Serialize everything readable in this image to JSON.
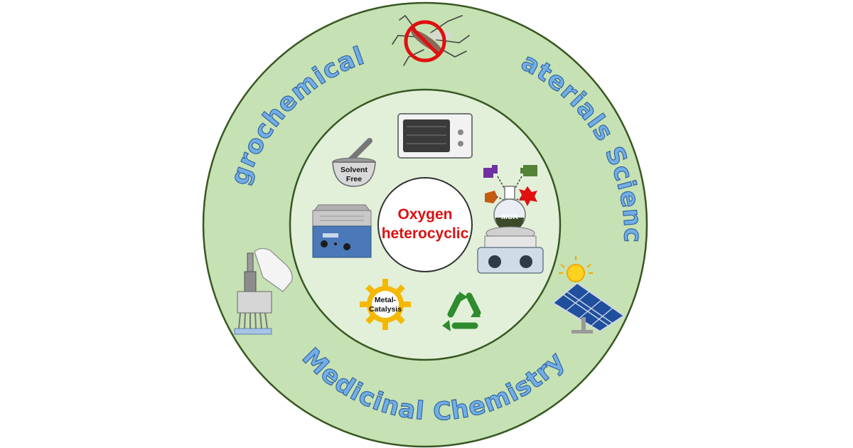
{
  "center": {
    "line1": "Oxygen",
    "line2": "heterocyclic"
  },
  "applications": {
    "agrochemicals": "Agrochemicals",
    "materials_science": "Materials Science",
    "medicinal_chemistry": "Medicinal Chemistry"
  },
  "methods": {
    "solvent_free_line1": "Solvent",
    "solvent_free_line2": "Free",
    "metal_catalysis_line1": "Metal-",
    "metal_catalysis_line2": "Catalysis",
    "mcr": "MCR"
  },
  "icons": [
    "no-mosquito-icon",
    "microwave-icon",
    "mortar-pestle-icon",
    "multicomponent-reaction-icon",
    "ultrasonic-bath-icon",
    "metal-catalysis-gear-icon",
    "recycle-icon",
    "multichannel-pipette-icon",
    "solar-panel-icon"
  ],
  "colors": {
    "outer_ring": "#c6e1b3",
    "inner_disk": "#e2f0d9",
    "ring_stroke": "#385723",
    "label_fill": "#72aee6",
    "center_text": "#dd1010",
    "recycle": "#2e8b2e",
    "gear": "#f5b800"
  }
}
